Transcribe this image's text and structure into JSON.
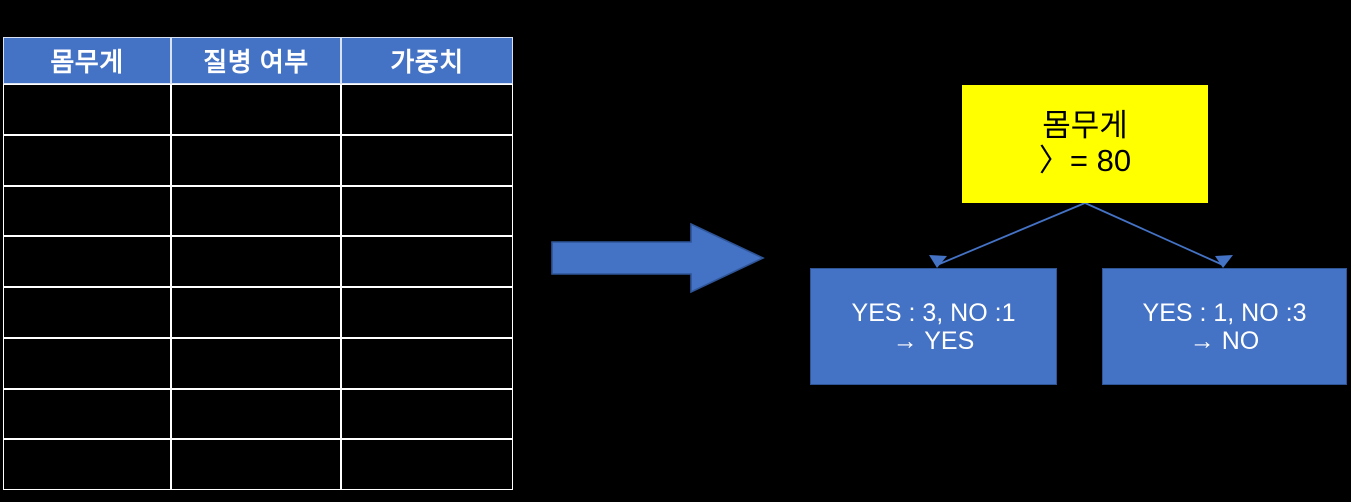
{
  "table": {
    "columns": [
      "몸무게",
      "질병 여부",
      "가중치"
    ],
    "row_count": 8,
    "rows": [
      [
        "",
        "",
        ""
      ],
      [
        "",
        "",
        ""
      ],
      [
        "",
        "",
        ""
      ],
      [
        "",
        "",
        ""
      ],
      [
        "",
        "",
        ""
      ],
      [
        "",
        "",
        ""
      ],
      [
        "",
        "",
        ""
      ],
      [
        "",
        "",
        ""
      ]
    ],
    "header_fill": "#4472C4",
    "header_text_color": "#FFFFFF",
    "cell_fill": "#000000",
    "gridline_color": "#FFFFFF"
  },
  "flow": {
    "arrow_label": "",
    "arrow_direction": "right",
    "arrow_fill": "#4472C4",
    "arrow_stroke": "#2F5597"
  },
  "tree": {
    "root": {
      "line1": "몸무게",
      "line2": "〉= 80",
      "fill": "#FFFF00",
      "text_color": "#000000"
    },
    "left_child": {
      "line1": "YES : 3, NO :1",
      "line2": "→ YES",
      "fill": "#4472C4",
      "text_color": "#FFFFFF"
    },
    "right_child": {
      "line1": "YES : 1, NO :3",
      "line2": "→ NO",
      "fill": "#4472C4",
      "text_color": "#FFFFFF"
    },
    "edge_color": "#4472C4"
  },
  "background": "#000000"
}
